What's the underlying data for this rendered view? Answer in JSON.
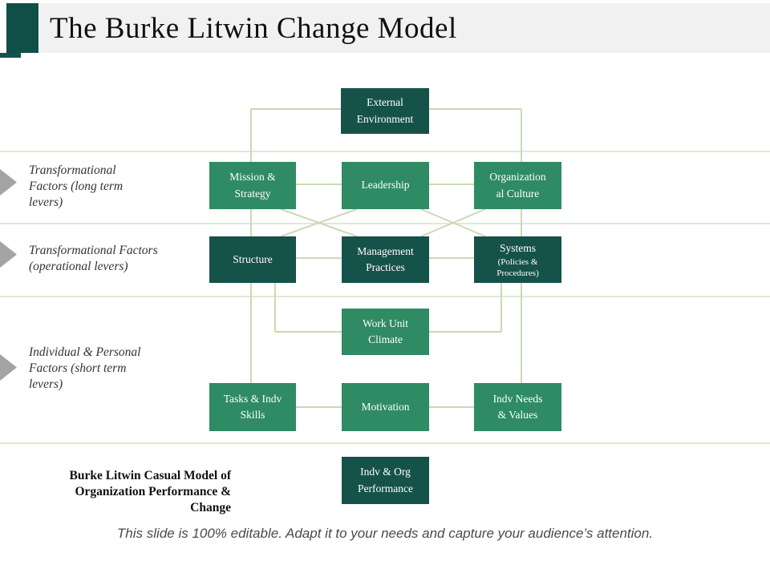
{
  "header": {
    "title": "The Burke Litwin Change Model"
  },
  "sections": [
    {
      "label": "Transformational\nFactors (long term\nlevers)"
    },
    {
      "label": "Transformational Factors\n(operational levers)"
    },
    {
      "label": "Individual & Personal\nFactors (short term\nlevers)"
    }
  ],
  "boxes": [
    {
      "label": "External\nEnvironment",
      "tone": "dark"
    },
    {
      "label": "Mission &\nStrategy",
      "tone": "medium"
    },
    {
      "label": "Leadership",
      "tone": "medium"
    },
    {
      "label": "Organization\nal Culture",
      "tone": "medium"
    },
    {
      "label": "Structure",
      "tone": "dark"
    },
    {
      "label": "Management\nPractices",
      "tone": "dark"
    },
    {
      "label": "Systems",
      "sublabel": "(Policies &\nProcedures)",
      "tone": "dark"
    },
    {
      "label": "Work Unit\nClimate",
      "tone": "medium"
    },
    {
      "label": "Tasks & Indv\nSkills",
      "tone": "medium"
    },
    {
      "label": "Motivation",
      "tone": "medium"
    },
    {
      "label": "Indv Needs\n& Values",
      "tone": "medium"
    },
    {
      "label": "Indv & Org\nPerformance",
      "tone": "dark"
    }
  ],
  "caption": "Burke Litwin  Casual Model of\nOrganization  Performance &\nChange",
  "footer": "This slide is 100% editable. Adapt it to your needs and capture your audience’s attention.",
  "colors": {
    "dark_box": "#15524a",
    "medium_box": "#2e8b63",
    "connector_line": "#c9dab3",
    "divider_line": "#dfe9d6",
    "accent": "#0f4f47",
    "header_band": "#f1f1f1",
    "arrow": "#a4a4a4"
  }
}
